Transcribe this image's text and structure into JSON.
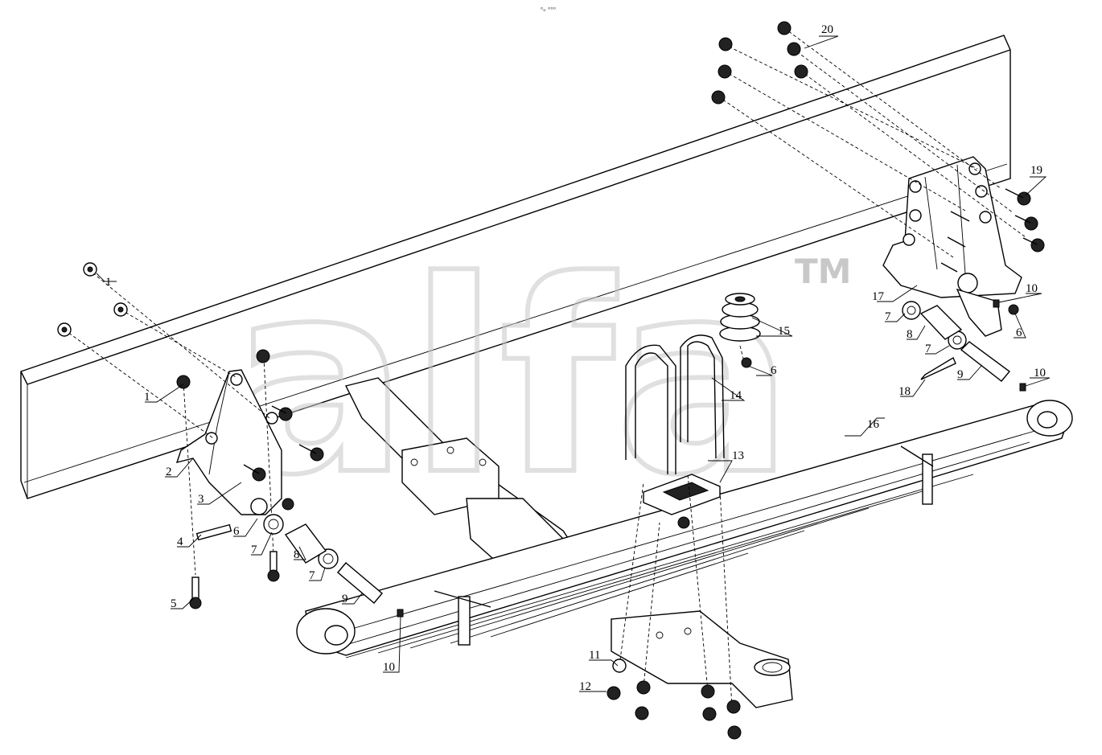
{
  "header": {
    "tiny_mark": "ᵒₒ ᵒᵒᵒ"
  },
  "watermark": {
    "text": "alfa",
    "trademark": "TM",
    "color": "#c8c8c8"
  },
  "callouts": [
    {
      "id": "c1a",
      "text": "1"
    },
    {
      "id": "c1b",
      "text": "1"
    },
    {
      "id": "c2",
      "text": "2"
    },
    {
      "id": "c3",
      "text": "3"
    },
    {
      "id": "c4",
      "text": "4"
    },
    {
      "id": "c5",
      "text": "5"
    },
    {
      "id": "c6a",
      "text": "6"
    },
    {
      "id": "c6b",
      "text": "6"
    },
    {
      "id": "c6c",
      "text": "6"
    },
    {
      "id": "c7a",
      "text": "7"
    },
    {
      "id": "c7b",
      "text": "7"
    },
    {
      "id": "c7c",
      "text": "7"
    },
    {
      "id": "c7d",
      "text": "7"
    },
    {
      "id": "c8a",
      "text": "8"
    },
    {
      "id": "c8b",
      "text": "8"
    },
    {
      "id": "c9a",
      "text": "9"
    },
    {
      "id": "c9b",
      "text": "9"
    },
    {
      "id": "c10a",
      "text": "10"
    },
    {
      "id": "c10b",
      "text": "10"
    },
    {
      "id": "c10c",
      "text": "10"
    },
    {
      "id": "c11",
      "text": "11"
    },
    {
      "id": "c12",
      "text": "12"
    },
    {
      "id": "c13",
      "text": "13"
    },
    {
      "id": "c14",
      "text": "14"
    },
    {
      "id": "c15",
      "text": "15"
    },
    {
      "id": "c16",
      "text": "16"
    },
    {
      "id": "c17",
      "text": "17"
    },
    {
      "id": "c18",
      "text": "18"
    },
    {
      "id": "c19",
      "text": "19"
    },
    {
      "id": "c20",
      "text": "20"
    }
  ]
}
